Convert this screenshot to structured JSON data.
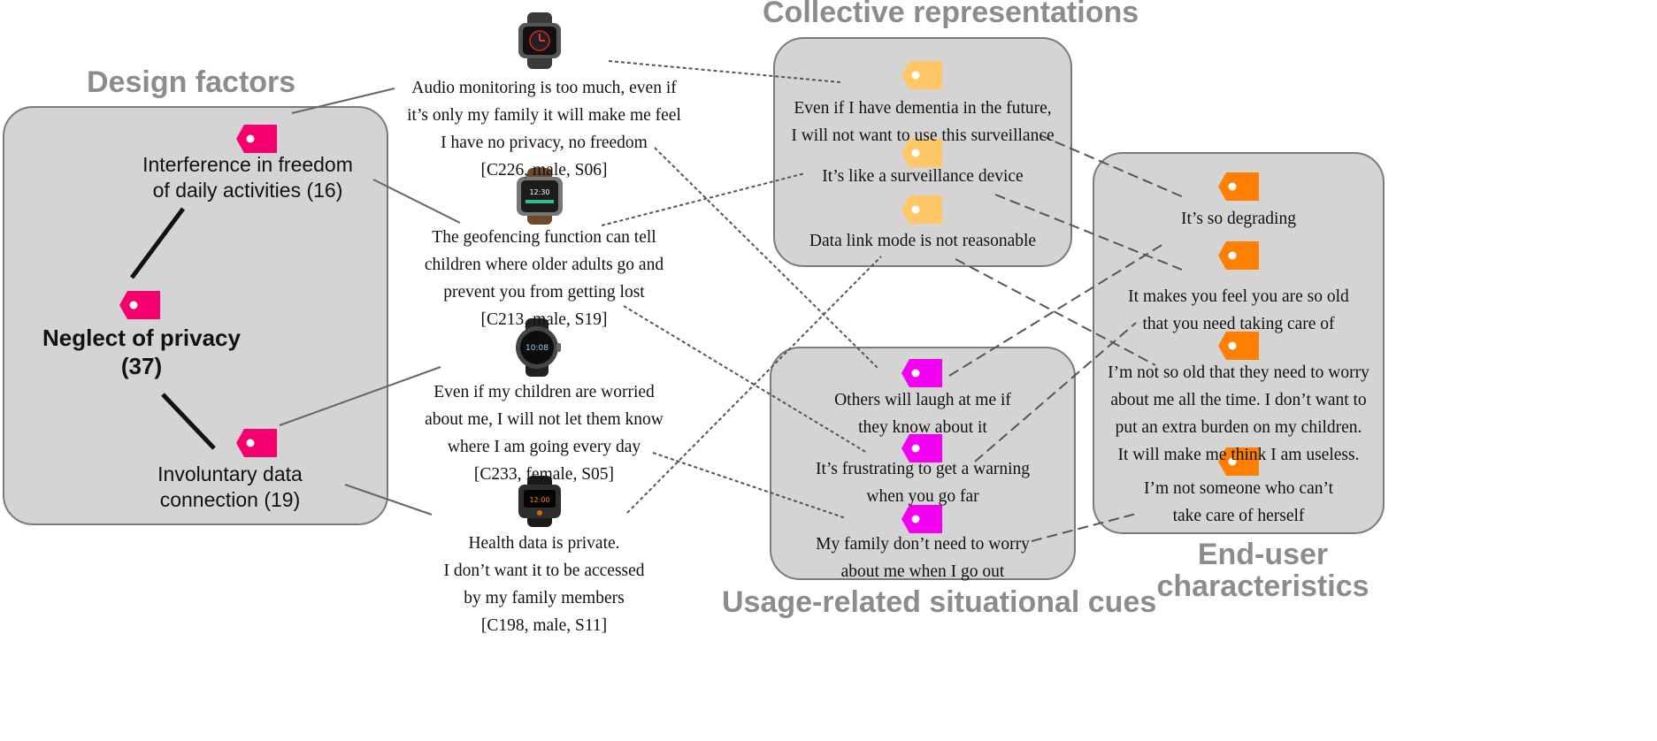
{
  "sections": {
    "design_factors": "Design factors",
    "collective": "Collective representations",
    "end_user": [
      "End-user",
      "characteristics"
    ],
    "usage": "Usage-related situational cues"
  },
  "design": {
    "interference": [
      "Interference in freedom",
      "of daily activities (16)"
    ],
    "neglect": [
      "Neglect of privacy",
      "(37)"
    ],
    "involuntary": [
      "Involuntary data",
      "connection (19)"
    ]
  },
  "quotes": {
    "q1": [
      "Audio monitoring is too much, even if",
      "it’s only my family it will make me feel",
      "I have no privacy, no freedom",
      "[C226, male, S06]"
    ],
    "q2": [
      "The geofencing function can tell",
      "children where older adults go and",
      "prevent you from getting lost",
      "[C213, male, S19]"
    ],
    "q3": [
      "Even if my children are worried",
      "about me, I will not let them know",
      "where I am going every day",
      "[C233, female, S05]"
    ],
    "q4": [
      "Health data is private.",
      "I don’t want it to be accessed",
      "by my family members",
      "[C198, male, S11]"
    ]
  },
  "collective_items": {
    "c1": [
      "Even if I have dementia in the future,",
      "I will not want to use this surveillance"
    ],
    "c2": [
      "It’s like a surveillance device"
    ],
    "c3": [
      "Data link mode is not reasonable"
    ]
  },
  "usage_items": {
    "u1": [
      "Others will laugh at me if",
      "they know about it"
    ],
    "u2": [
      "It’s frustrating to get a warning",
      "when you go far"
    ],
    "u3": [
      "My family don’t need to worry",
      "about me when I go out"
    ]
  },
  "enduser_items": {
    "e1": [
      "It’s so degrading"
    ],
    "e2": [
      "It makes you feel you are so old",
      "that you need taking care of"
    ],
    "e3": [
      "I’m not so old that they need to worry",
      "about me all the time. I don’t want to",
      "put an extra burden on my children.",
      "It will make me think I am useless."
    ],
    "e4": [
      "I’m not someone who can’t",
      "take care of herself"
    ]
  },
  "colors": {
    "panel_fill": "#d4d4d4",
    "panel_border": "#7a7a7a",
    "title_gray": "#8c8c8c",
    "tag_design": "#f5006e",
    "tag_collective": "#ffc766",
    "tag_usage": "#f200f2",
    "tag_enduser": "#ff8000"
  },
  "icons": [
    "price-tag-icon",
    "smartwatch-icon"
  ]
}
